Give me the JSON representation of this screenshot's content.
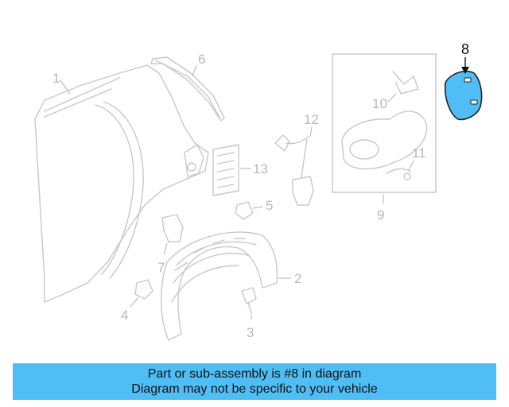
{
  "diagram": {
    "callouts": {
      "c1": "1",
      "c2": "2",
      "c3": "3",
      "c4": "4",
      "c5": "5",
      "c6": "6",
      "c7": "7",
      "c8": "8",
      "c9": "9",
      "c10": "10",
      "c11": "11",
      "c12": "12",
      "c13": "13"
    },
    "highlight_color": "#4fbef5",
    "highlighted_part": "8"
  },
  "banner": {
    "line1": "Part or sub-assembly is #8 in diagram",
    "line2": "Diagram may not be specific to your vehicle",
    "background": "#4fbef5"
  }
}
